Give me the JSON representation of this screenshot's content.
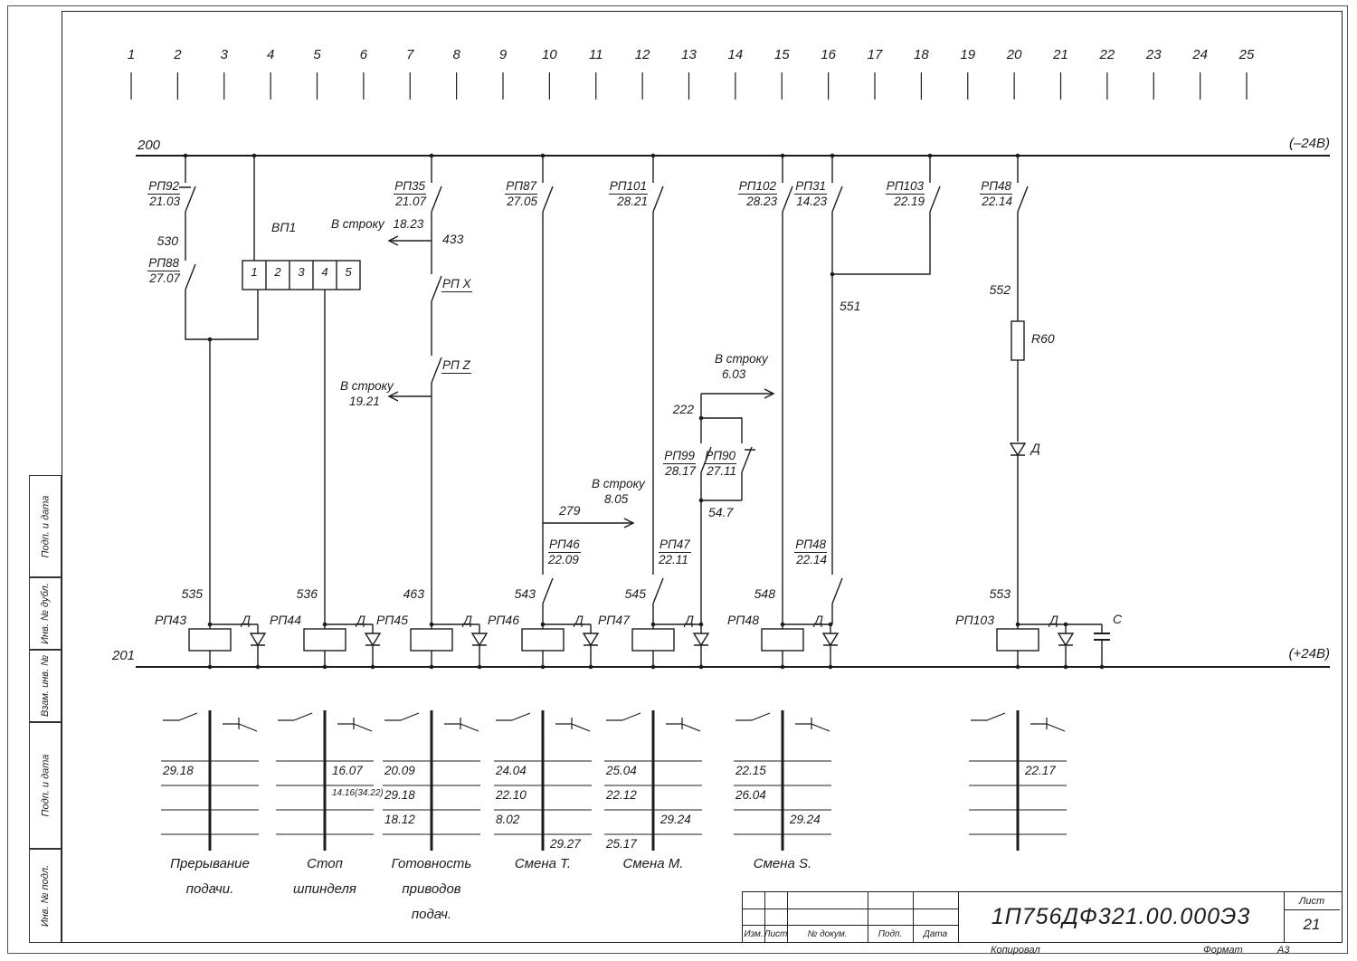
{
  "bus": {
    "top_num": "200",
    "top_tag": "(–24В)",
    "bottom_num": "201",
    "bottom_tag": "(+24В)"
  },
  "columns": [
    "1",
    "2",
    "3",
    "4",
    "5",
    "6",
    "7",
    "8",
    "9",
    "10",
    "11",
    "12",
    "13",
    "14",
    "15",
    "16",
    "17",
    "18",
    "19",
    "20",
    "21",
    "22",
    "23",
    "24",
    "25"
  ],
  "relay_contacts": {
    "rp92": {
      "name": "РП92",
      "ref": "21.03"
    },
    "rp88": {
      "name": "РП88",
      "ref": "27.07"
    },
    "rp35": {
      "name": "РП35",
      "ref": "21.07"
    },
    "rp87": {
      "name": "РП87",
      "ref": "27.05"
    },
    "rp101": {
      "name": "РП101",
      "ref": "28.21"
    },
    "rp102": {
      "name": "РП102",
      "ref": "28.23"
    },
    "rp31": {
      "name": "РП31",
      "ref": "14.23"
    },
    "rp103": {
      "name": "РП103",
      "ref": "22.19"
    },
    "rp48top": {
      "name": "РП48",
      "ref": "22.14"
    },
    "rp99": {
      "name": "РП99",
      "ref": "28.17"
    },
    "rp90": {
      "name": "РП90",
      "ref": "27.11"
    },
    "rp46": {
      "name": "РП46",
      "ref": "22.09"
    },
    "rp47": {
      "name": "РП47",
      "ref": "22.11"
    },
    "rp48mid": {
      "name": "РП48",
      "ref": "22.14"
    },
    "rpx": {
      "name": "РП X"
    },
    "rpz": {
      "name": "РП Z"
    }
  },
  "wire_numbers": {
    "n530": "530",
    "n433": "433",
    "n551": "551",
    "n552": "552",
    "n222": "222",
    "n547": "54.7",
    "n279": "279"
  },
  "gotos": {
    "g1823": {
      "prefix": "В строку",
      "row": "18.23"
    },
    "g1921": {
      "prefix": "В строку",
      "row": "19.21"
    },
    "g805": {
      "prefix": "В строку",
      "row": "8.05"
    },
    "g603": {
      "prefix": "В строку",
      "row": "6.03"
    }
  },
  "connector": {
    "name": "ВП1",
    "pins": [
      "1",
      "2",
      "3",
      "4",
      "5"
    ]
  },
  "components": {
    "resistor": "R60",
    "diode": "Д",
    "cap": "С"
  },
  "coils": [
    {
      "name": "РП43",
      "num": "535",
      "diode": "Д"
    },
    {
      "name": "РП44",
      "num": "536",
      "diode": "Д"
    },
    {
      "name": "РП45",
      "num": "463",
      "diode": "Д"
    },
    {
      "name": "РП46",
      "num": "543",
      "diode": "Д"
    },
    {
      "name": "РП47",
      "num": "545",
      "diode": "Д"
    },
    {
      "name": "РП48",
      "num": "548",
      "diode": "Д"
    },
    {
      "name": "РП103",
      "num": "553",
      "diode": "Д",
      "cap": "С"
    }
  ],
  "tables": [
    {
      "left": [
        "29.18",
        "",
        "",
        ""
      ],
      "right": [
        "",
        "",
        "",
        ""
      ],
      "caption": [
        "Прерывание",
        "подачи."
      ]
    },
    {
      "left": [
        "",
        "",
        "",
        ""
      ],
      "right": [
        "16.07",
        "14.16(34.22)",
        "",
        ""
      ],
      "caption": [
        "Стоп",
        "шпинделя"
      ]
    },
    {
      "left": [
        "20.09",
        "29.18",
        "18.12",
        ""
      ],
      "right": [
        "",
        "",
        "",
        ""
      ],
      "caption": [
        "Готовность",
        "приводов",
        "подач."
      ]
    },
    {
      "left": [
        "24.04",
        "22.10",
        "8.02",
        ""
      ],
      "right": [
        "",
        "",
        "",
        "29.27"
      ],
      "caption": [
        "Смена Т."
      ]
    },
    {
      "left": [
        "25.04",
        "22.12",
        "",
        "25.17"
      ],
      "right": [
        "",
        "",
        "29.24",
        ""
      ],
      "caption": [
        "Смена М."
      ]
    },
    {
      "left": [
        "22.15",
        "26.04",
        "",
        ""
      ],
      "right": [
        "",
        "",
        "29.24",
        ""
      ],
      "caption": [
        "Смена S."
      ]
    },
    {
      "left": [
        "",
        "",
        "",
        ""
      ],
      "right": [
        "22.17",
        "",
        "",
        ""
      ],
      "caption": []
    }
  ],
  "titleblock": {
    "doc": "1П756ДФ321.00.000Э3",
    "cols": [
      "Изм.",
      "Лист",
      "№ докум.",
      "Подп.",
      "Дата"
    ],
    "sheet_label": "Лист",
    "sheet": "21",
    "kopiroval": "Копировал",
    "format_label": "Формат",
    "format_value": "А3"
  },
  "side_stamps": [
    "Подп. и дата",
    "Инв. № дубл.",
    "Взам. инв. №",
    "Подп. и дата",
    "Инв. № подл."
  ]
}
